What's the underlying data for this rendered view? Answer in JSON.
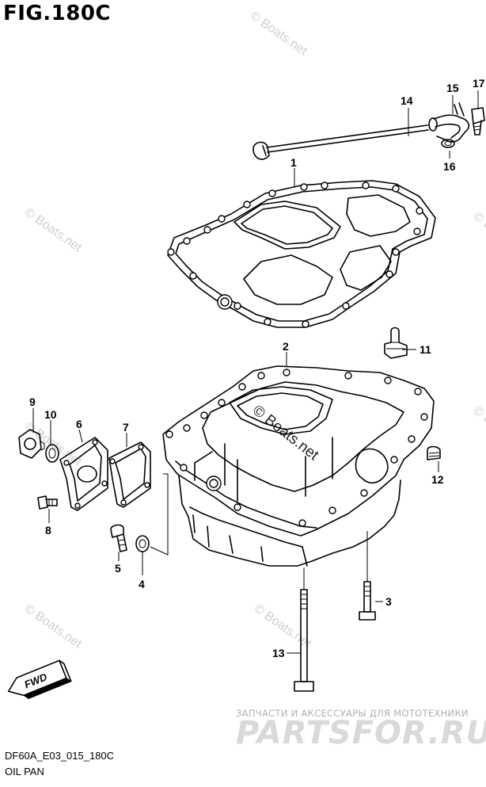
{
  "figure": {
    "title": "FIG.180C",
    "code": "DF60A_E03_015_180C",
    "name": "OIL PAN"
  },
  "watermark": {
    "text": "© Boats.net",
    "brand_tagline": "ЗАПЧАСТИ И АКСЕССУАРЫ ДЛЯ МОТОТЕХНИКИ",
    "brand_logo": "PARTSFOR.RU"
  },
  "direction_marker": {
    "label": "FWD"
  },
  "callouts": [
    {
      "id": "1"
    },
    {
      "id": "2"
    },
    {
      "id": "3"
    },
    {
      "id": "4"
    },
    {
      "id": "5"
    },
    {
      "id": "6"
    },
    {
      "id": "7"
    },
    {
      "id": "8"
    },
    {
      "id": "9"
    },
    {
      "id": "10"
    },
    {
      "id": "11"
    },
    {
      "id": "12"
    },
    {
      "id": "13"
    },
    {
      "id": "14"
    },
    {
      "id": "15"
    },
    {
      "id": "16"
    },
    {
      "id": "17"
    }
  ]
}
